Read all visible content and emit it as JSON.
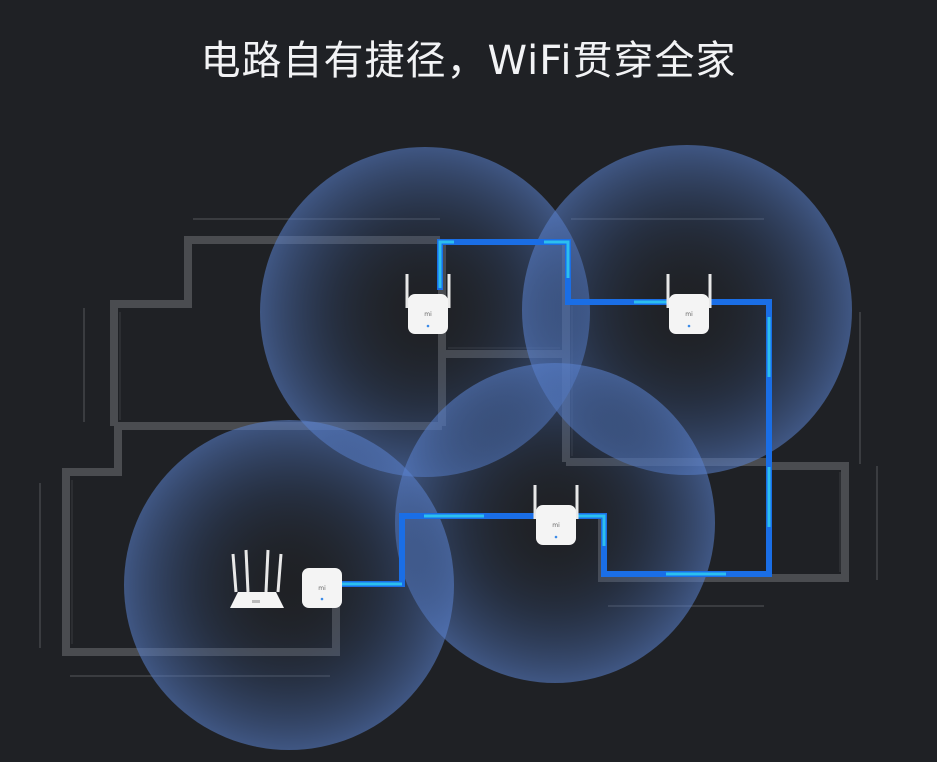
{
  "headline": "电路自有捷径，WiFi贯穿全家",
  "colors": {
    "background": "#1f2125",
    "wall": "#4a4c50",
    "coverage": "#4a6fb5",
    "line_blue": "#1e78e8",
    "line_cyan": "#2fc8ef",
    "device": "#f4f4f4"
  },
  "devices": [
    {
      "name": "router",
      "type": "router",
      "logo": "mi"
    },
    {
      "name": "plc-base",
      "type": "plc-base",
      "logo": "mi"
    },
    {
      "name": "extender-top-left",
      "type": "extender",
      "logo": "mi"
    },
    {
      "name": "extender-top-right",
      "type": "extender",
      "logo": "mi"
    },
    {
      "name": "extender-center",
      "type": "extender",
      "logo": "mi"
    }
  ]
}
